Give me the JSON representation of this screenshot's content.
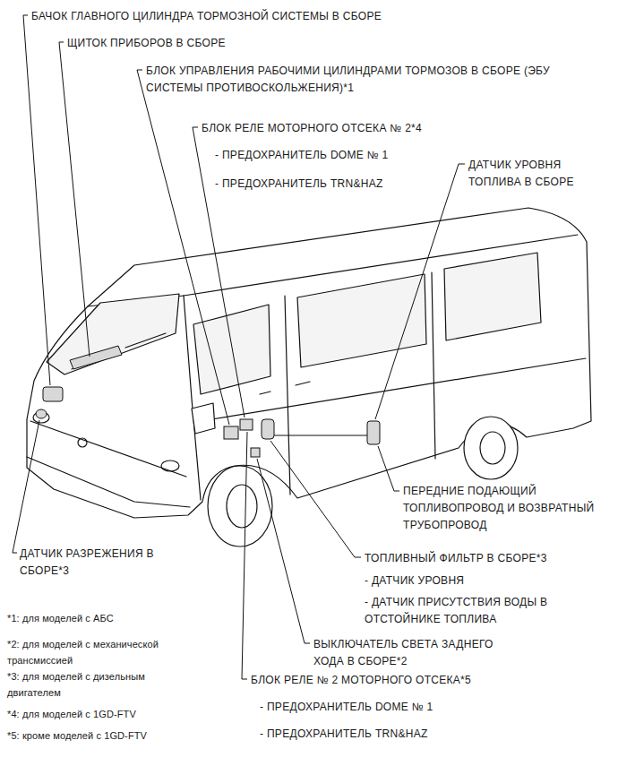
{
  "diagram": {
    "labels": [
      "БАЧОК ГЛАВНОГО ЦИЛИНДРА ТОРМОЗНОЙ СИСТЕМЫ В СБОРЕ",
      "ЩИТОК ПРИБОРОВ В СБОРЕ",
      "БЛОК УПРАВЛЕНИЯ РАБОЧИМИ ЦИЛИНДРАМИ ТОРМОЗОВ В СБОРЕ (ЭБУ СИСТЕМЫ ПРОТИВОСКОЛЬЖЕНИЯ)*1",
      "БЛОК РЕЛЕ МОТОРНОГО ОТСЕКА № 2*4",
      "- ПРЕДОХРАНИТЕЛЬ DOME № 1",
      "- ПРЕДОХРАНИТЕЛЬ TRN&HAZ",
      "ДАТЧИК УРОВНЯ ТОПЛИВА В СБОРЕ",
      "ПЕРЕДНИЕ ПОДАЮЩИЙ ТОПЛИВОПРОВОД И ВОЗВРАТНЫЙ ТРУБОПРОВОД",
      "ДАТЧИК РАЗРЕЖЕНИЯ В СБОРЕ*3",
      "ТОПЛИВНЫЙ ФИЛЬТР В СБОРЕ*3",
      "- ДАТЧИК УРОВНЯ",
      "- ДАТЧИК ПРИСУТСТВИЯ ВОДЫ В ОТСТОЙНИКЕ ТОПЛИВА",
      "ВЫКЛЮЧАТЕЛЬ СВЕТА ЗАДНЕГО ХОДА В СБОРЕ*2",
      "БЛОК РЕЛЕ № 2 МОТОРНОГО ОТСЕКА*5",
      "- ПРЕДОХРАНИТЕЛЬ DOME № 1",
      "- ПРЕДОХРАНИТЕЛЬ TRN&HAZ",
      "*1: для моделей с АБС",
      "*2: для моделей с механической трансмиссией",
      "*3: для моделей с дизельным двигателем",
      "*4: для моделей с 1GD-FTV",
      "*5: кроме моделей с 1GD-FTV"
    ]
  }
}
